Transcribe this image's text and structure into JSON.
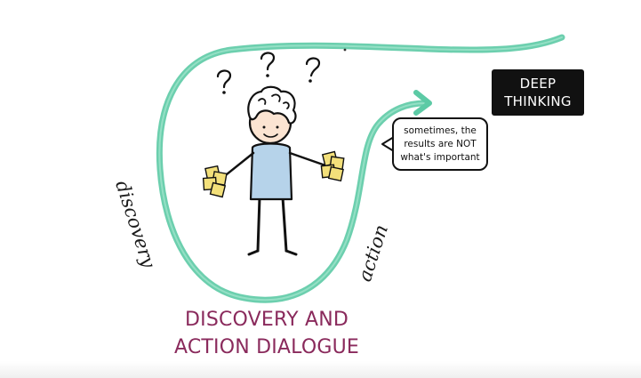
{
  "deep_thinking": {
    "line1": "DEEP",
    "line2": "THINKING"
  },
  "speech_bubble": {
    "line1": "sometimes, the",
    "line2": "results are NOT",
    "line3": "what's important"
  },
  "path_labels": {
    "left": "discovery",
    "right": "action"
  },
  "title": {
    "line1": "DISCOVERY AND",
    "line2": "ACTION DIALOGUE"
  },
  "colors": {
    "path": "#5ccaa5",
    "title": "#8a2a5c",
    "skin": "#fbe4d2",
    "shirt": "#b6d3ea",
    "sticky_note": "#f3e07a",
    "box": "#111111"
  },
  "icons": {
    "question_marks": "question-mark-icon",
    "sticky_notes": "sticky-note-icon",
    "path_arrow": "arrow-right-icon"
  }
}
